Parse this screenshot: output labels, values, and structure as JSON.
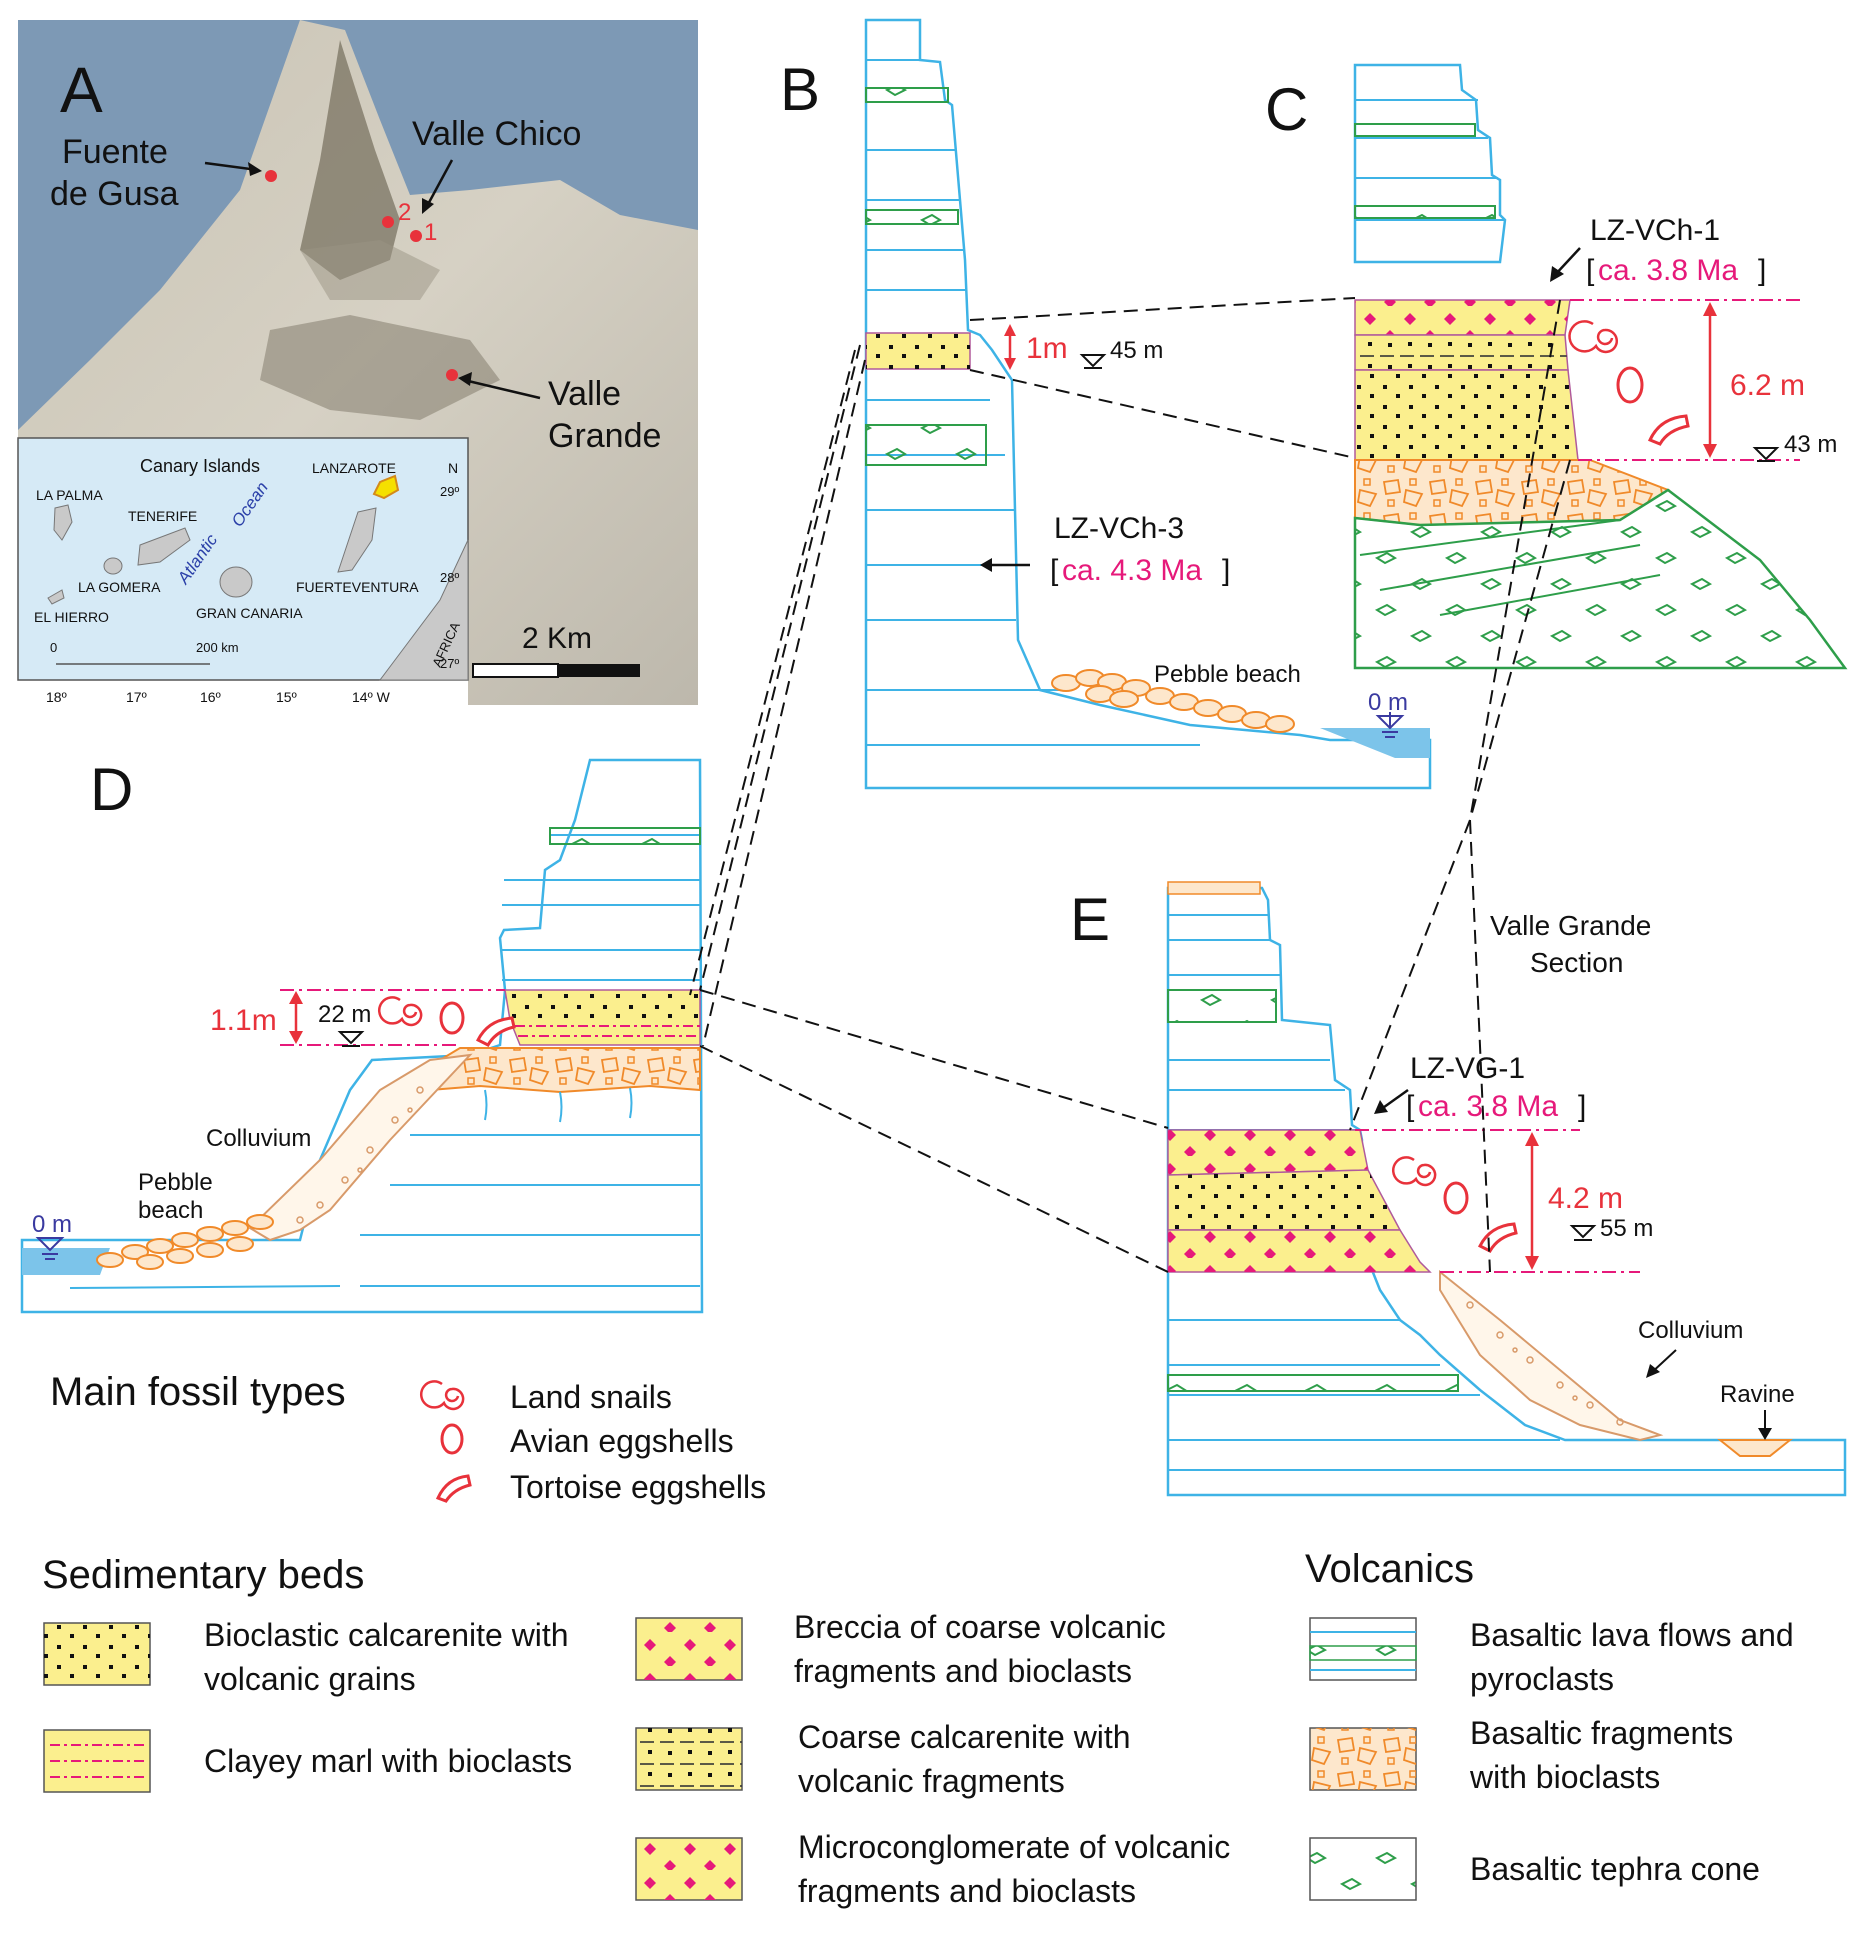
{
  "panels": {
    "a": "A",
    "b": "B",
    "c": "C",
    "d": "D",
    "e": "E"
  },
  "map": {
    "fuente_1": "Fuente",
    "fuente_2": "de Gusa",
    "valle_chico": "Valle Chico",
    "valle_grande_1": "Valle",
    "valle_grande_2": "Grande",
    "site_1": "1",
    "site_2": "2",
    "scale": "2 Km",
    "inset": {
      "title": "Canary Islands",
      "ocean_1": "Atlantic",
      "ocean_2": "Ocean",
      "la_palma": "LA PALMA",
      "tenerife": "TENERIFE",
      "la_gomera": "LA GOMERA",
      "el_hierro": "EL HIERRO",
      "gran_canaria": "GRAN CANARIA",
      "lanzarote": "LANZAROTE",
      "fuerteventura": "FUERTEVENTURA",
      "africa": "AFRICA",
      "north": "N",
      "lat_29": "29º",
      "lat_28": "28º",
      "lat_27": "27º",
      "lon_18": "18º",
      "lon_17": "17º",
      "lon_16": "16º",
      "lon_15": "15º",
      "lon_14": "14º W",
      "scale_0": "0",
      "scale_200": "200 km",
      "colors": {
        "sea": "#d6eaf6",
        "land": "#c9c9c9",
        "highlight": "#f5e000"
      }
    }
  },
  "sections": {
    "b": {
      "sample": "LZ-VCh-3",
      "age": "ca. 4.3 Ma",
      "thickness": "1m",
      "elevation": "45 m",
      "beach": "Pebble beach",
      "sea": "0 m"
    },
    "c": {
      "sample": "LZ-VCh-1",
      "age": "ca. 3.8 Ma",
      "thickness": "6.2 m",
      "elevation": "43 m"
    },
    "d": {
      "thickness": "1.1m",
      "elevation": "22 m",
      "colluvium": "Colluvium",
      "beach_1": "Pebble",
      "beach_2": "beach",
      "sea": "0 m"
    },
    "e": {
      "sample": "LZ-VG-1",
      "age": "ca. 3.8 Ma",
      "thickness": "4.2 m",
      "elevation": "55 m",
      "colluvium": "Colluvium",
      "ravine": "Ravine",
      "title_1": "Valle Grande",
      "title_2": "Section"
    },
    "bracket_open": "[",
    "bracket_close": "]"
  },
  "fossils": {
    "title": "Main fossil types",
    "snails": "Land snails",
    "avian": "Avian eggshells",
    "tortoise": "Tortoise eggshells"
  },
  "legend": {
    "sed_title": "Sedimentary beds",
    "volc_title": "Volcanics",
    "bioclastic_1": "Bioclastic calcarenite with",
    "bioclastic_2": "volcanic grains",
    "marl": "Clayey marl with bioclasts",
    "breccia_1": "Breccia of coarse volcanic",
    "breccia_2": "fragments and bioclasts",
    "coarse_1": "Coarse calcarenite with",
    "coarse_2": "volcanic fragments",
    "micro_1": "Microconglomerate of volcanic",
    "micro_2": "fragments and bioclasts",
    "lava_1": "Basaltic lava flows and",
    "lava_2": "pyroclasts",
    "frag_1": "Basaltic fragments",
    "frag_2": "with bioclasts",
    "tephra": "Basaltic tephra cone"
  },
  "colors": {
    "lava": "#3eb3e6",
    "tephra": "#2e9e4a",
    "sediment": "#fbef8e",
    "fragments": "#f08a2a",
    "fossil_red": "#e8323b",
    "age_pink": "#e6197a",
    "marl_line": "#e8507e",
    "sea": "#7cc4ea",
    "water_symbol": "#3a3aa0"
  }
}
